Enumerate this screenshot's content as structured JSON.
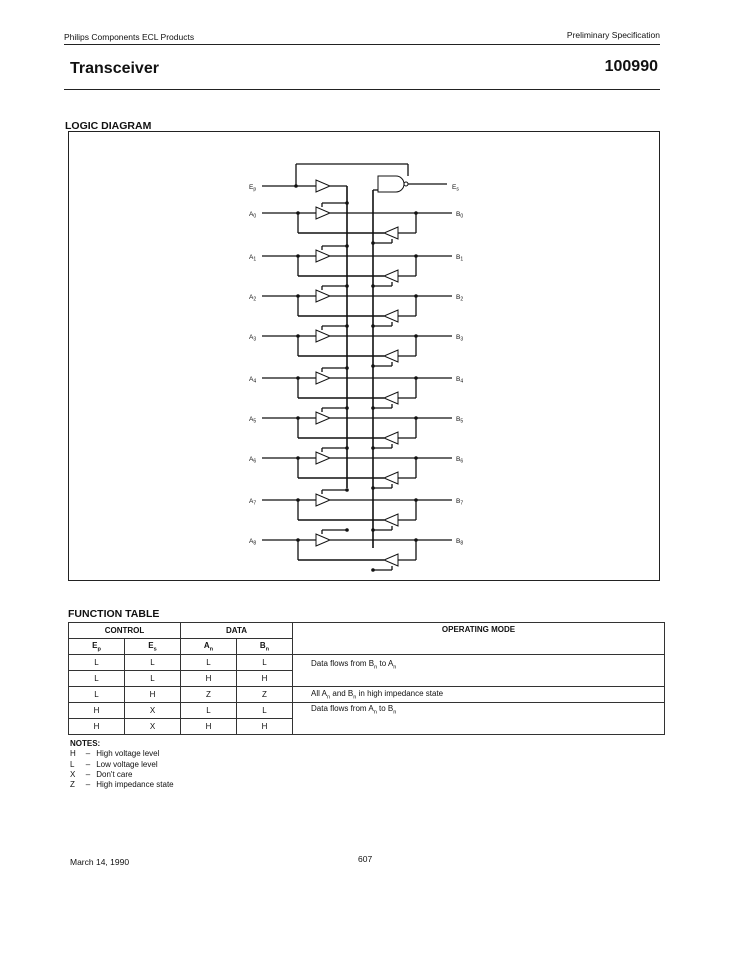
{
  "header": {
    "left": "Philips Components ECL Products",
    "right": "Preliminary Specification",
    "title": "Transceiver",
    "part_number": "100990"
  },
  "logic_diagram": {
    "heading": "LOGIC DIAGRAM",
    "enable_labels": {
      "ep": "E",
      "ep_sub": "p",
      "es": "E",
      "es_sub": "s"
    },
    "a_pins": [
      {
        "base": "A",
        "sub": "0"
      },
      {
        "base": "A",
        "sub": "1"
      },
      {
        "base": "A",
        "sub": "2"
      },
      {
        "base": "A",
        "sub": "3"
      },
      {
        "base": "A",
        "sub": "4"
      },
      {
        "base": "A",
        "sub": "5"
      },
      {
        "base": "A",
        "sub": "6"
      },
      {
        "base": "A",
        "sub": "7"
      },
      {
        "base": "A",
        "sub": "8"
      }
    ],
    "b_pins": [
      {
        "base": "B",
        "sub": "0"
      },
      {
        "base": "B",
        "sub": "1"
      },
      {
        "base": "B",
        "sub": "2"
      },
      {
        "base": "B",
        "sub": "3"
      },
      {
        "base": "B",
        "sub": "4"
      },
      {
        "base": "B",
        "sub": "5"
      },
      {
        "base": "B",
        "sub": "6"
      },
      {
        "base": "B",
        "sub": "7"
      },
      {
        "base": "B",
        "sub": "8"
      }
    ]
  },
  "function_table": {
    "heading": "FUNCTION TABLE",
    "group_headers": {
      "control": "CONTROL",
      "data": "DATA",
      "mode": "OPERATING MODE"
    },
    "columns": [
      {
        "base": "E",
        "sub": "p"
      },
      {
        "base": "E",
        "sub": "s"
      },
      {
        "base": "A",
        "sub": "n"
      },
      {
        "base": "B",
        "sub": "n"
      }
    ],
    "rows": [
      [
        "L",
        "L",
        "L",
        "L"
      ],
      [
        "L",
        "L",
        "H",
        "H"
      ],
      [
        "L",
        "H",
        "Z",
        "Z"
      ],
      [
        "H",
        "X",
        "L",
        "L"
      ],
      [
        "H",
        "X",
        "H",
        "H"
      ]
    ],
    "modes": {
      "m1": {
        "a": "Data flows from B",
        "b": "n",
        "c": " to A",
        "d": "n"
      },
      "m2": {
        "a": "All A",
        "b": "n",
        "c": " and B",
        "d": "n",
        "e": " in high impedance state"
      },
      "m3": {
        "a": "Data flows from A",
        "b": "n",
        "c": " to B",
        "d": "n"
      }
    }
  },
  "notes": {
    "heading": "NOTES:",
    "items": [
      {
        "key": "H",
        "dash": "–",
        "text": "High voltage level"
      },
      {
        "key": "L",
        "dash": "–",
        "text": "Low voltage level"
      },
      {
        "key": "X",
        "dash": "–",
        "text": "Don't care"
      },
      {
        "key": "Z",
        "dash": "–",
        "text": "High impedance state"
      }
    ]
  },
  "footer": {
    "date": "March 14, 1990",
    "page": "607"
  }
}
